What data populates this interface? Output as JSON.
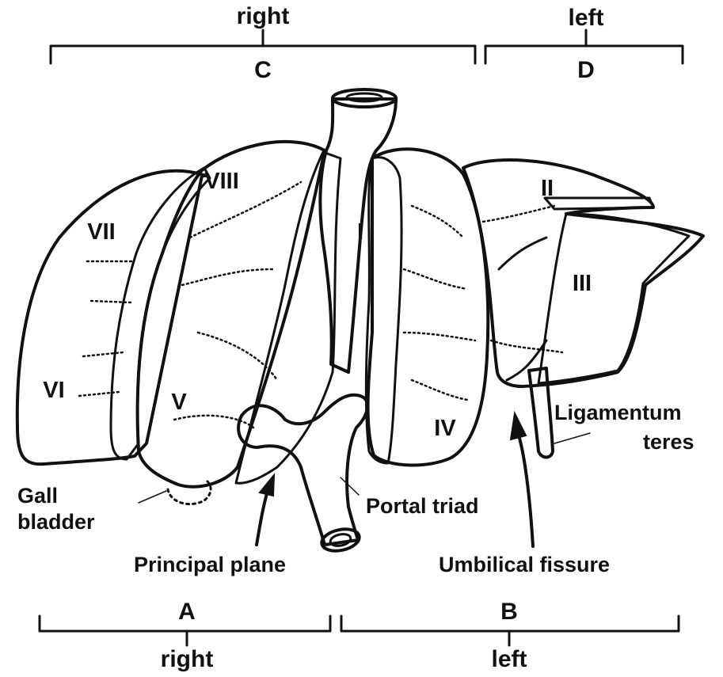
{
  "brackets": {
    "top_left": {
      "letter": "C",
      "side": "right"
    },
    "top_right": {
      "letter": "D",
      "side": "left"
    },
    "bottom_left": {
      "letter": "A",
      "side": "right"
    },
    "bottom_right": {
      "letter": "B",
      "side": "left"
    }
  },
  "segments": [
    "I",
    "II",
    "III",
    "IV",
    "V",
    "VI",
    "VII",
    "VIII"
  ],
  "labels": {
    "gall_bladder_line1": "Gall",
    "gall_bladder_line2": "bladder",
    "principal_plane": "Principal plane",
    "portal_triad": "Portal triad",
    "umbilical_fissure": "Umbilical fissure",
    "ligamentum_line1": "Ligamentum",
    "ligamentum_line2": "teres"
  },
  "colors": {
    "ink": "#111111",
    "paper": "#ffffff"
  }
}
